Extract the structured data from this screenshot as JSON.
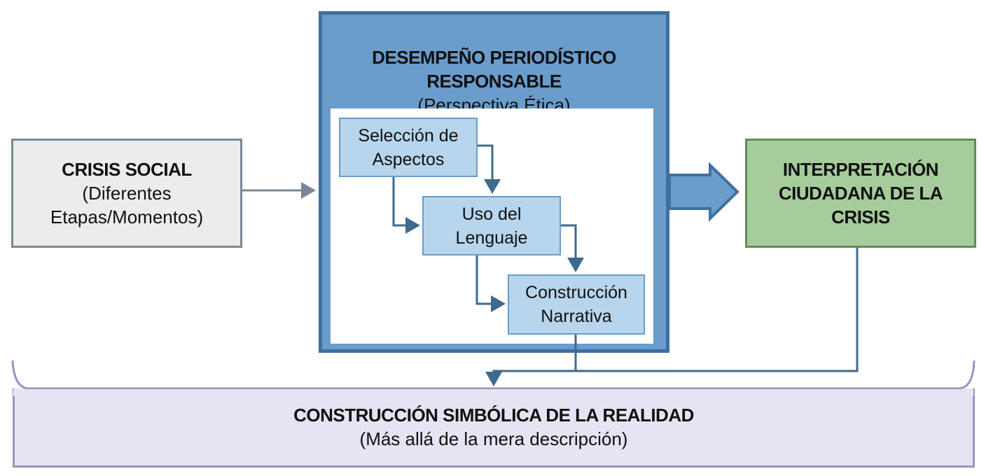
{
  "crisis": {
    "title": "CRISIS SOCIAL",
    "subtitle_line1": "(Diferentes",
    "subtitle_line2": "Etapas/Momentos)"
  },
  "main": {
    "title_line1": "DESEMPEÑO PERIODÍSTICO",
    "title_line2": "RESPONSABLE",
    "subtitle": "(Perspectiva Ética)"
  },
  "steps": [
    {
      "line1": "Selección de",
      "line2": "Aspectos"
    },
    {
      "line1": "Uso del",
      "line2": "Lenguaje"
    },
    {
      "line1": "Construcción",
      "line2": "Narrativa"
    }
  ],
  "interpretation": {
    "line1": "INTERPRETACIÓN",
    "line2": "CIUDADANA DE LA",
    "line3": "CRISIS"
  },
  "reality": {
    "title": "CONSTRUCCIÓN SIMBÓLICA DE LA REALIDAD",
    "subtitle": "(Más allá de la mera descripción)"
  },
  "colors": {
    "blue": "#6a9ccc",
    "blue_dark": "#3f6f9f",
    "step": "#b7d5ec",
    "green": "#a6cc9c",
    "purple": "#e6e4f2",
    "connector": "#3f6a8c"
  }
}
